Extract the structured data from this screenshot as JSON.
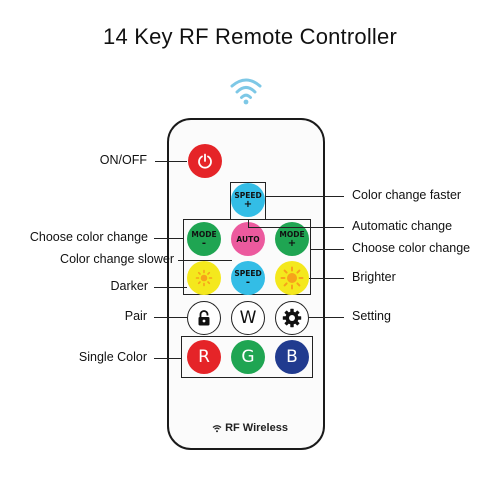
{
  "title": "14 Key RF Remote Controller",
  "brand": {
    "text": "RF Wireless"
  },
  "buttons": {
    "power": {
      "icon": "power-icon",
      "color": "#e52428"
    },
    "speed_up": {
      "label": "SPEED",
      "symbol": "+",
      "color": "#33bde6"
    },
    "mode_down": {
      "label": "MODE",
      "symbol": "-",
      "color": "#1fa552"
    },
    "auto": {
      "label": "AUTO",
      "color": "#ec5a9e"
    },
    "mode_up": {
      "label": "MODE",
      "symbol": "+",
      "color": "#1fa552"
    },
    "dim": {
      "icon": "sun-small-icon",
      "color": "#f4e81d"
    },
    "speed_down": {
      "label": "SPEED",
      "symbol": "-",
      "color": "#33bde6"
    },
    "bright": {
      "icon": "sun-large-icon",
      "color": "#f4e81d"
    },
    "pair": {
      "icon": "lock-icon",
      "color": "#ffffff"
    },
    "white": {
      "label": "W",
      "color": "#ffffff"
    },
    "setting": {
      "icon": "gear-icon",
      "color": "#ffffff"
    },
    "red": {
      "label": "R",
      "color": "#e52428"
    },
    "green": {
      "label": "G",
      "color": "#1fa552"
    },
    "blue": {
      "label": "B",
      "color": "#213b8f"
    }
  },
  "callouts": {
    "on_off": "ON/OFF",
    "color_change_faster": "Color change faster",
    "automatic_change": "Automatic change",
    "choose_color_change_left": "Choose color change",
    "choose_color_change_right": "Choose color change",
    "color_change_slower": "Color change slower",
    "darker": "Darker",
    "brighter": "Brighter",
    "pair": "Pair",
    "setting": "Setting",
    "single_color": "Single Color"
  }
}
